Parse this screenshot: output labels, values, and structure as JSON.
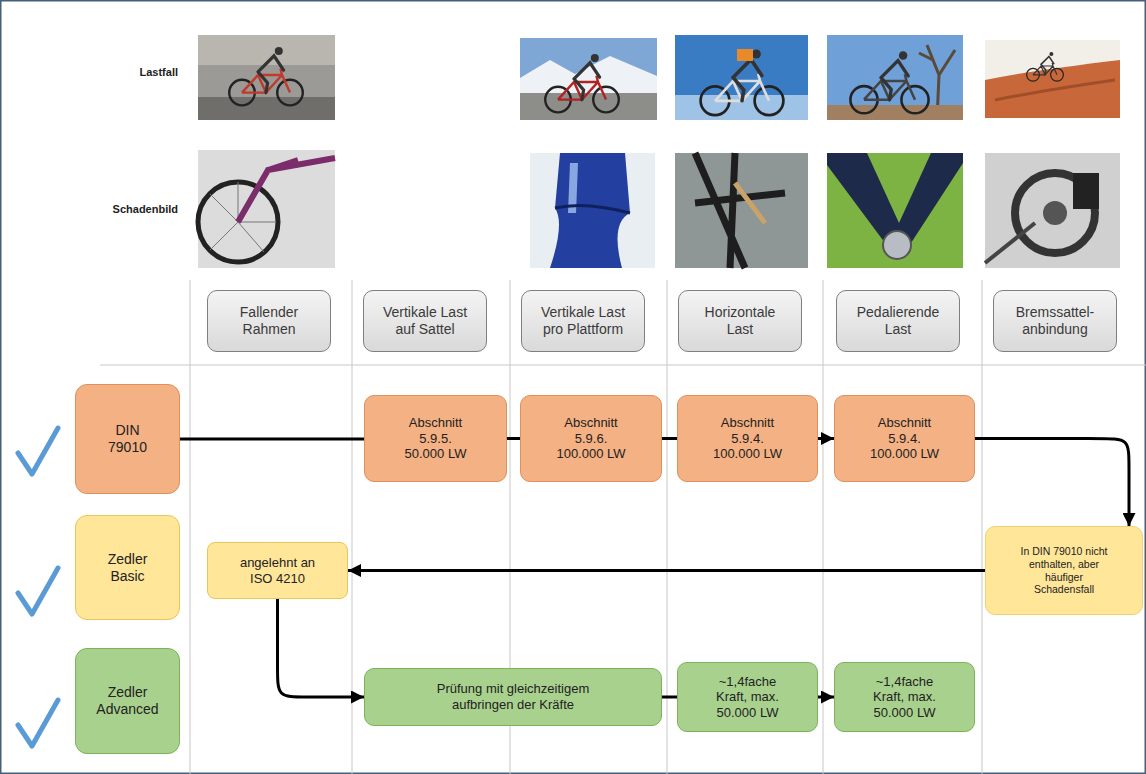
{
  "diagram": {
    "nodes": [
      {
        "text": [
          "Fallender Rahmen"
        ]
      },
      {
        "text": [
          "Vertikale Last auf Sattel"
        ]
      },
      {
        "text": [
          "Vertikale Last pro Plattform"
        ]
      },
      {
        "text": [
          "Horizontale Last"
        ]
      },
      {
        "text": [
          "Pedalierende Last"
        ]
      },
      {
        "text": [
          "Bremssattel- anbindung"
        ]
      },
      {
        "text": [
          "DIN 79010"
        ]
      },
      {
        "text": [
          "Abschnitt 5.9.5. 50.000 LW"
        ]
      },
      {
        "text": [
          "Abschnitt 5.9.6. 100.000 LW"
        ]
      },
      {
        "text": [
          "Abschnitt 5.9.4. 100.000 LW"
        ]
      },
      {
        "text": [
          "Abschnitt 5.9.4. 100.000 LW"
        ]
      },
      {
        "text": [
          "Zedler Basic"
        ]
      },
      {
        "text": [
          "angelehnt an ISO 4210"
        ]
      },
      {
        "text": [
          "In DIN 79010 nicht enthalten, aber häufiger Schadensfall"
        ]
      },
      {
        "text": [
          "Zedler Advanced"
        ]
      },
      {
        "text": [
          "Prüfung mit gleichzeitigem aufbringen der Kräfte"
        ]
      },
      {
        "text": [
          "~1,4fache Kraft, max. 50.000 LW"
        ]
      },
      {
        "text": [
          "~1,4fache Kraft, max. 50.000 LW"
        ]
      }
    ],
    "edges": [
      {
        "from": 6,
        "to": 7,
        "arrow": "none"
      },
      {
        "from": 7,
        "to": 8,
        "arrow": "none"
      },
      {
        "from": 8,
        "to": 9,
        "arrow": "none"
      },
      {
        "from": 9,
        "to": 10,
        "arrow": "to"
      },
      {
        "from": 10,
        "to": 13,
        "arrow": "to"
      },
      {
        "from": 13,
        "to": 12,
        "arrow": "to"
      },
      {
        "from": 12,
        "to": 15,
        "arrow": "to"
      },
      {
        "from": 15,
        "to": 16,
        "arrow": "none"
      },
      {
        "from": 16,
        "to": 17,
        "arrow": "to"
      }
    ],
    "labels": [
      "Lastfall",
      "Schadenbild"
    ]
  }
}
